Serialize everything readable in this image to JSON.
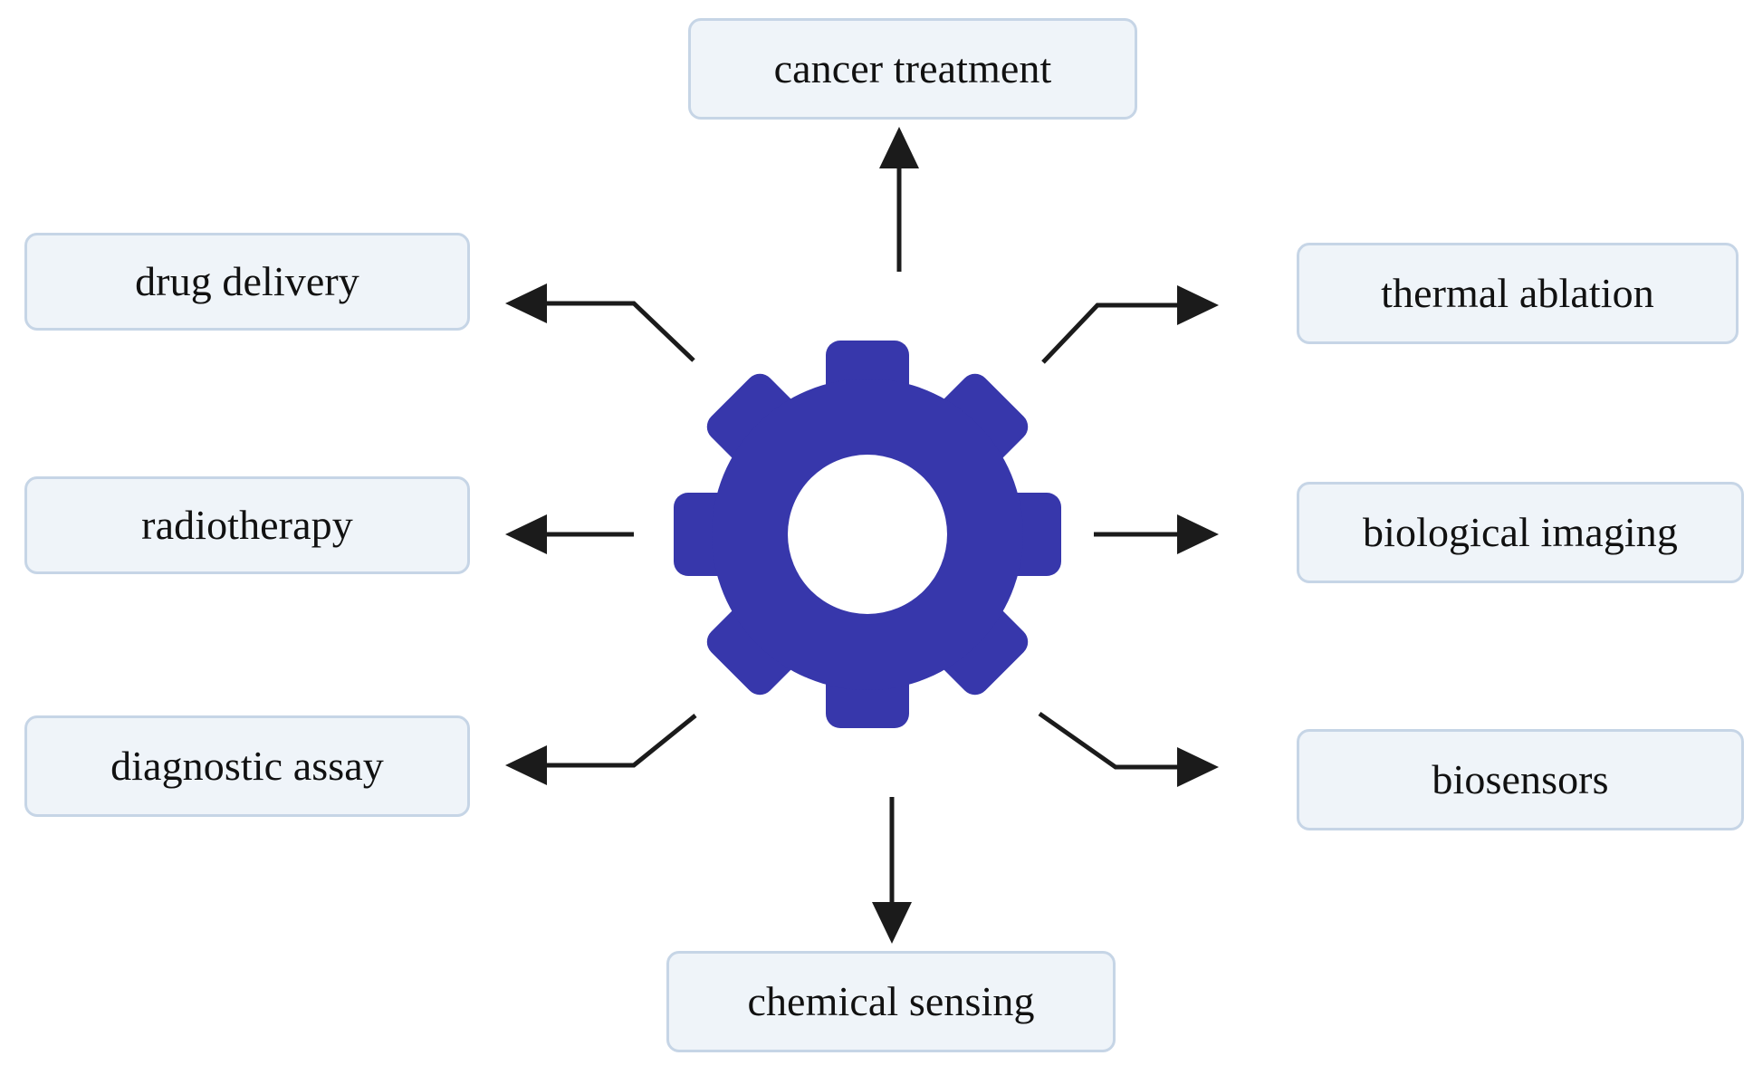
{
  "diagram": {
    "title": "cancer treatment applications gear diagram",
    "center_node": {
      "icon": "gear-icon",
      "color": "#3737ab",
      "hub_color": "#ffffff",
      "teeth": 8
    },
    "colors": {
      "gear_blue": "#3737ab",
      "box_fill": "#eff4f9",
      "box_border": "#c6d5e6",
      "arrow_black": "#1b1b1b",
      "text_black": "#111111",
      "background": "#ffffff"
    },
    "labels": [
      {
        "id": "cancer-treatment",
        "text": "cancer treatment",
        "position": "top",
        "arrow": "up"
      },
      {
        "id": "drug-delivery",
        "text": "drug delivery",
        "position": "top-left",
        "arrow": "left-elbow"
      },
      {
        "id": "thermal-ablation",
        "text": "thermal ablation",
        "position": "top-right",
        "arrow": "right-elbow"
      },
      {
        "id": "radiotherapy",
        "text": "radiotherapy",
        "position": "middle-left",
        "arrow": "left"
      },
      {
        "id": "biological-imaging",
        "text": "biological imaging",
        "position": "middle-right",
        "arrow": "right"
      },
      {
        "id": "diagnostic-assay",
        "text": "diagnostic assay",
        "position": "bottom-left",
        "arrow": "left-elbow"
      },
      {
        "id": "biosensors",
        "text": "biosensors",
        "position": "bottom-right",
        "arrow": "right-elbow"
      },
      {
        "id": "chemical-sensing",
        "text": "chemical sensing",
        "position": "bottom",
        "arrow": "down"
      }
    ]
  }
}
